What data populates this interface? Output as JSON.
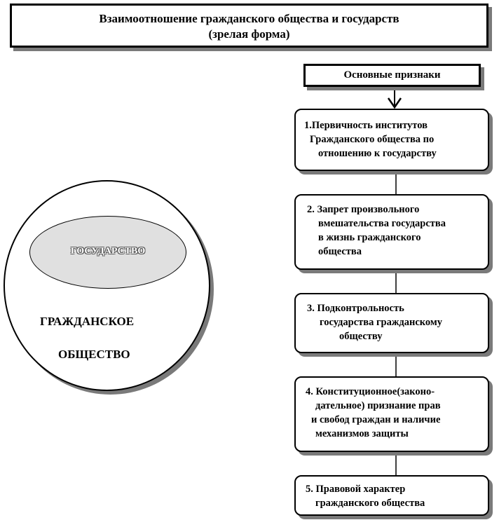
{
  "title": {
    "line1": "Взаимоотношение гражданского общества и государств",
    "line2": "(зрелая  форма)"
  },
  "header": "Основные признаки",
  "circle": {
    "state_label": "ГОСУДАРСТВО",
    "civil_line1": "ГРАЖДАНСКОЕ",
    "civil_line2": "ОБЩЕСТВО"
  },
  "features": [
    {
      "lines": [
        "1.Первичность институтов",
        "Гражданского общества по",
        "отношению к государству"
      ]
    },
    {
      "lines": [
        "2. Запрет произвольного",
        "вмешательства государства",
        "в жизнь гражданского",
        "общества"
      ]
    },
    {
      "lines": [
        "3. Подконтрольность",
        "государства гражданскому",
        "обществу"
      ]
    },
    {
      "lines": [
        "4. Конституционное(законо-",
        "дательное)  признание прав",
        "и свобод граждан и наличие",
        "механизмов защиты"
      ]
    },
    {
      "lines": [
        "5. Правовой характер",
        "гражданского общества"
      ]
    }
  ]
}
